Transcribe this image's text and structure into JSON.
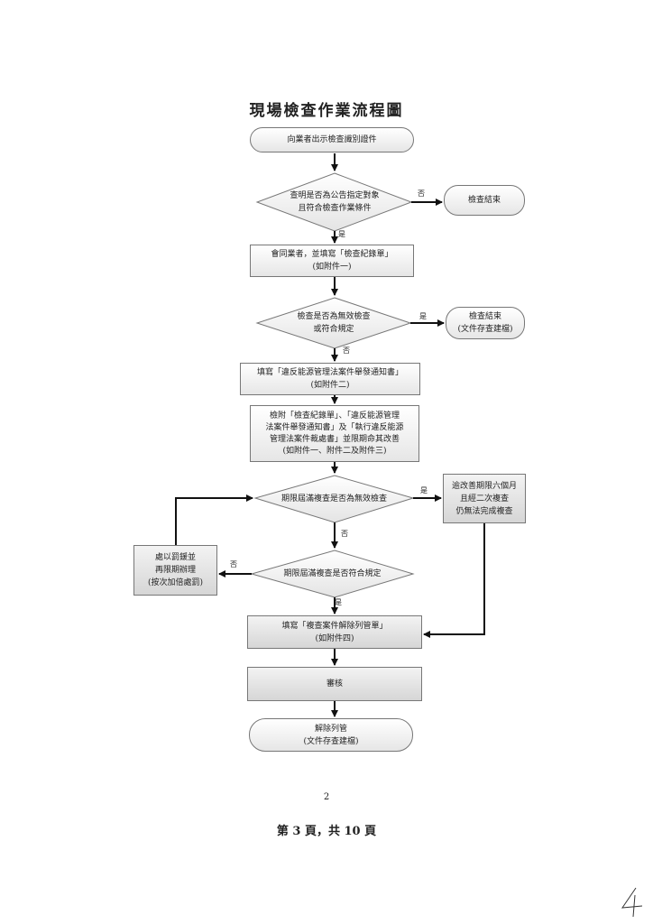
{
  "title": "現場檢查作業流程圖",
  "nodes": {
    "start": "向業者出示檢查識別證件",
    "decision1": [
      "查明是否為公告指定對象",
      "且符合檢查作業條件"
    ],
    "end1": "檢查結束",
    "step1": [
      "會同業者，並填寫「檢查紀錄單」",
      "(如附件一)"
    ],
    "decision2": [
      "檢查是否為無效檢查",
      "或符合規定"
    ],
    "end2": [
      "檢查結束",
      "(文件存查建檔)"
    ],
    "step2": [
      "填寫「違反能源管理法案件舉發通知書」",
      "(如附件二)"
    ],
    "step3": [
      "檢附「檢查紀錄單」、「違反能源管理",
      "法案件舉發通知書」及「執行違反能源",
      "管理法案件裁處書」並限期命其改善",
      "(如附件一、附件二及附件三)"
    ],
    "decision3": "期限屆滿複查是否為無效檢查",
    "side1": [
      "逾改善期限六個月",
      "且經二次複查",
      "仍無法完成複查"
    ],
    "decision4": "期限屆滿複查是否符合規定",
    "penalty": [
      "處以罰鍰並",
      "再限期辦理",
      "(按次加倍處罰)"
    ],
    "step4": [
      "填寫「複查案件解除列管單」",
      "(如附件四)"
    ],
    "review": "審核",
    "end3": [
      "解除列管",
      "(文件存查建檔)"
    ]
  },
  "edge_labels": {
    "yes": "是",
    "no": "否"
  },
  "page_number": "2",
  "footer": "第 3 頁，共 10 頁",
  "handwritten_note": "4"
}
